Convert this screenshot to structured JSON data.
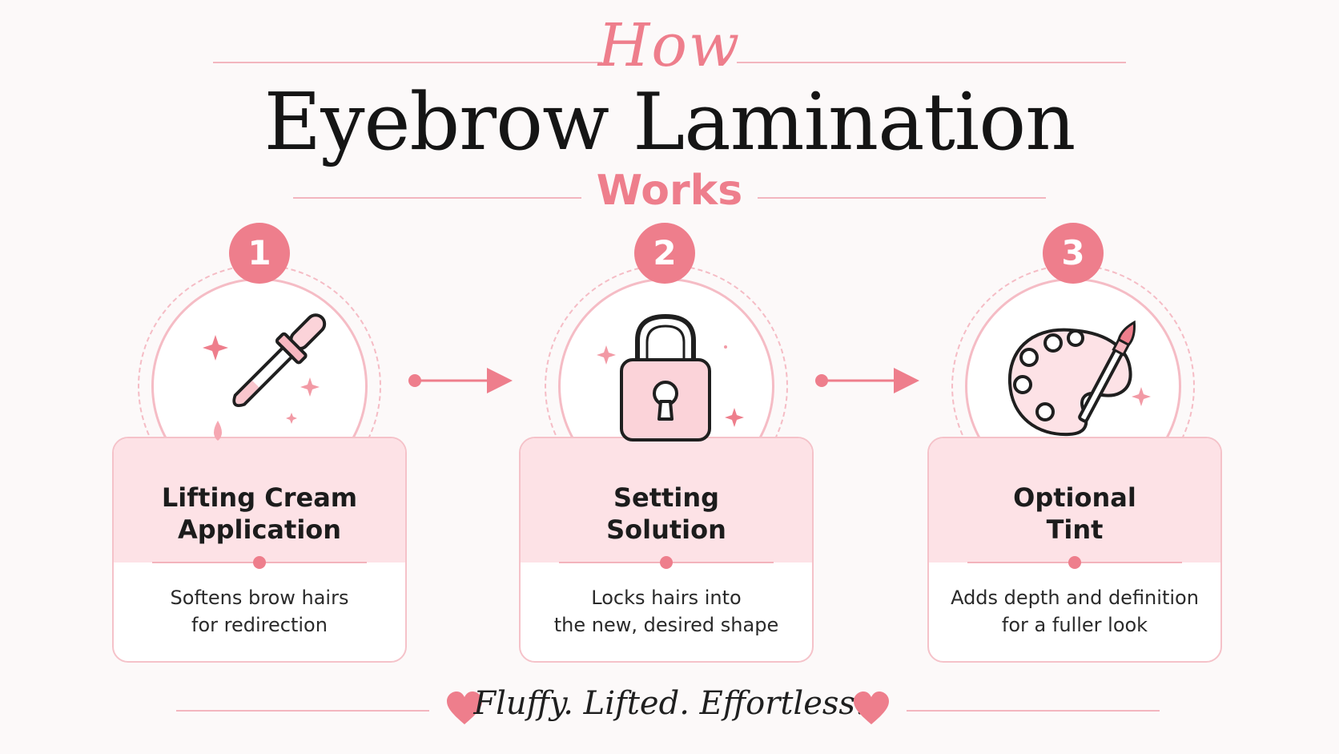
{
  "header": {
    "pre_title": "How",
    "title": "Eyebrow Lamination",
    "post_title": "Works"
  },
  "steps": [
    {
      "number": "1",
      "icon": "dropper-icon",
      "title_line1": "Lifting Cream",
      "title_line2": "Application",
      "desc_line1": "Softens brow hairs",
      "desc_line2": "for redirection"
    },
    {
      "number": "2",
      "icon": "lock-icon",
      "title_line1": "Setting",
      "title_line2": "Solution",
      "desc_line1": "Locks hairs into",
      "desc_line2": "the new, desired shape"
    },
    {
      "number": "3",
      "icon": "palette-icon",
      "title_line1": "Optional",
      "title_line2": "Tint",
      "desc_line1": "Adds depth and definition",
      "desc_line2": "for a fuller look"
    }
  ],
  "footer": {
    "tagline": "Fluffy.  Lifted.  Effortless."
  },
  "colors": {
    "accent": "#ee7e8c",
    "accent_light": "#fde2e6",
    "text": "#151515",
    "background": "#fcf9f9"
  }
}
